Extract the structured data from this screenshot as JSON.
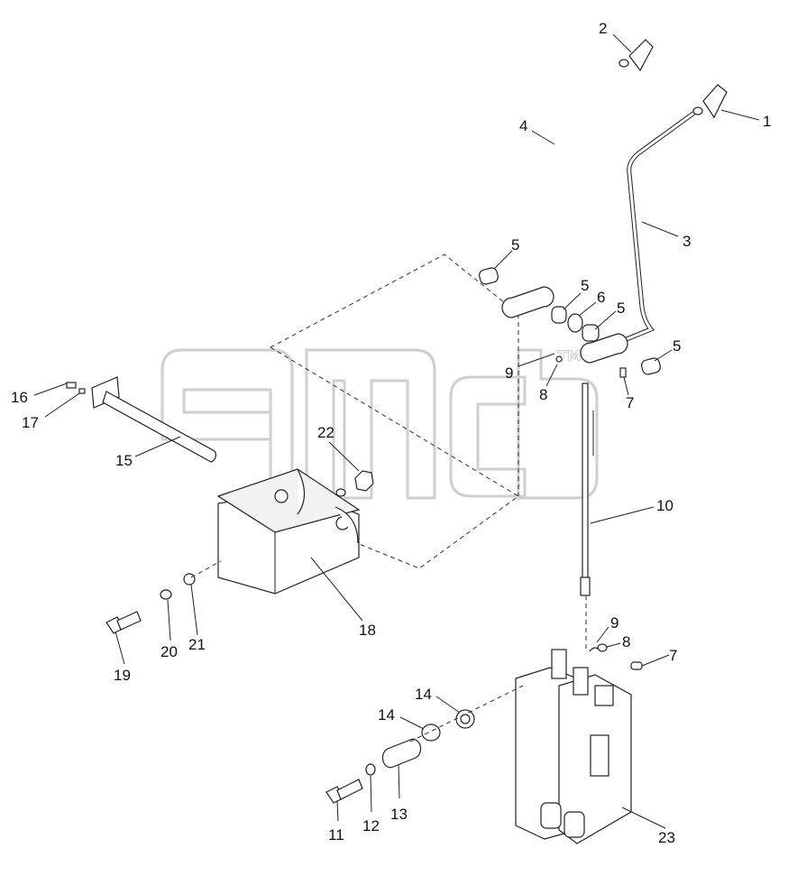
{
  "diagram": {
    "callouts": [
      {
        "id": "c1",
        "text": "1"
      },
      {
        "id": "c2",
        "text": "2"
      },
      {
        "id": "c3",
        "text": "3"
      },
      {
        "id": "c4",
        "text": "4"
      },
      {
        "id": "c5a",
        "text": "5"
      },
      {
        "id": "c5b",
        "text": "5"
      },
      {
        "id": "c5c",
        "text": "5"
      },
      {
        "id": "c5d",
        "text": "5"
      },
      {
        "id": "c6",
        "text": "6"
      },
      {
        "id": "c7a",
        "text": "7"
      },
      {
        "id": "c7b",
        "text": "7"
      },
      {
        "id": "c8a",
        "text": "8"
      },
      {
        "id": "c8b",
        "text": "8"
      },
      {
        "id": "c9a",
        "text": "9"
      },
      {
        "id": "c9b",
        "text": "9"
      },
      {
        "id": "c10",
        "text": "10"
      },
      {
        "id": "c11",
        "text": "11"
      },
      {
        "id": "c12",
        "text": "12"
      },
      {
        "id": "c13",
        "text": "13"
      },
      {
        "id": "c14a",
        "text": "14"
      },
      {
        "id": "c14b",
        "text": "14"
      },
      {
        "id": "c15",
        "text": "15"
      },
      {
        "id": "c16",
        "text": "16"
      },
      {
        "id": "c17",
        "text": "17"
      },
      {
        "id": "c18",
        "text": "18"
      },
      {
        "id": "c19",
        "text": "19"
      },
      {
        "id": "c20",
        "text": "20"
      },
      {
        "id": "c21",
        "text": "21"
      },
      {
        "id": "c22",
        "text": "22"
      },
      {
        "id": "c23",
        "text": "23"
      }
    ],
    "watermark": "TM"
  }
}
